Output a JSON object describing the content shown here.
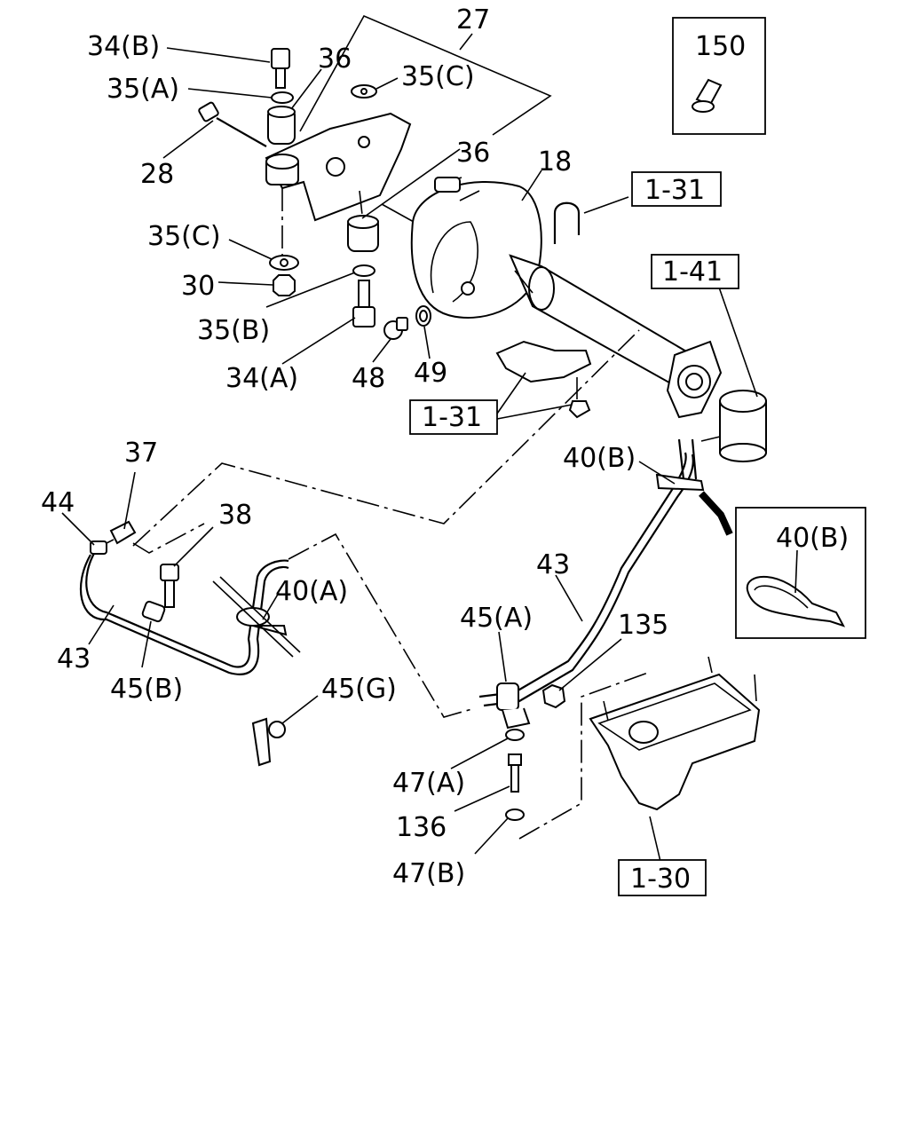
{
  "callouts": {
    "c27": "27",
    "c34b": "34(B)",
    "c35a": "35(A)",
    "c36_top": "36",
    "c35c_top": "35(C)",
    "c28": "28",
    "c36_mid": "36",
    "c18": "18",
    "c35c_left": "35(C)",
    "c30": "30",
    "c35b": "35(B)",
    "c34a": "34(A)",
    "c48": "48",
    "c49": "49",
    "c37": "37",
    "c44": "44",
    "c38": "38",
    "c40a": "40(A)",
    "c43_left": "43",
    "c45b": "45(B)",
    "c45g": "45(G)",
    "c40b": "40(B)",
    "c43_right": "43",
    "c45a": "45(A)",
    "c135": "135",
    "c47a": "47(A)",
    "c136": "136",
    "c47b": "47(B)"
  },
  "refs": {
    "r150": "150",
    "r131_top": "1-31",
    "r141": "1-41",
    "r131_mid": "1-31",
    "r40b_inset": "40(B)",
    "r130": "1-30"
  }
}
